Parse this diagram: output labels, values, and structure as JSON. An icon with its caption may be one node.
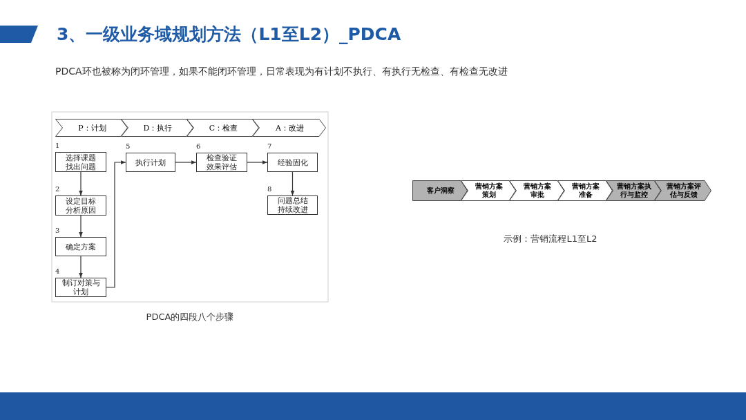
{
  "diagram": {
    "title": "3、一级业务域规划方法（L1至L2）_PDCA",
    "nodes": [
      {
        "text": [
          "P：计划"
        ]
      },
      {
        "text": [
          "D：执行"
        ]
      },
      {
        "text": [
          "C：检查"
        ]
      },
      {
        "text": [
          "A：改进"
        ]
      },
      {
        "text": [
          "选择课题找出问题"
        ],
        "beside": [
          "1"
        ]
      },
      {
        "text": [
          "设定目标分析原因"
        ],
        "beside": [
          "2"
        ]
      },
      {
        "text": [
          "确定方案"
        ],
        "beside": [
          "3"
        ]
      },
      {
        "text": [
          "制订对策与计划"
        ],
        "beside": [
          "4"
        ]
      },
      {
        "text": [
          "执行计划"
        ],
        "beside": [
          "5"
        ]
      },
      {
        "text": [
          "检查验证效果评估"
        ],
        "beside": [
          "6"
        ]
      },
      {
        "text": [
          "经验固化"
        ],
        "beside": [
          "7"
        ]
      },
      {
        "text": [
          "问题总结持续改进"
        ],
        "beside": [
          "8"
        ]
      },
      {
        "text": [
          "客户洞察"
        ]
      },
      {
        "text": [
          "营销方案策划"
        ]
      },
      {
        "text": [
          "营销方案审批"
        ]
      },
      {
        "text": [
          "营销方案准备"
        ]
      },
      {
        "text": [
          "营销方案执行与监控"
        ]
      },
      {
        "text": [
          "营销方案评估与反馈"
        ]
      }
    ],
    "edges": [
      {
        "from": 4,
        "to": 5,
        "arrow": "to"
      },
      {
        "from": 5,
        "to": 6,
        "arrow": "to"
      },
      {
        "from": 6,
        "to": 7,
        "arrow": "to"
      },
      {
        "from": 7,
        "to": 8,
        "arrow": "to"
      },
      {
        "from": 8,
        "to": 9,
        "arrow": "to"
      },
      {
        "from": 9,
        "to": 10,
        "arrow": "to"
      },
      {
        "from": 10,
        "to": 11,
        "arrow": "to"
      }
    ],
    "labels": [
      "PDCA环也被称为闭环管理，如果不能闭环管理，日常表现为有计划不执行、有执行无检查、有检查无改进",
      "PDCA的四段八个步骤",
      "示例：营销流程L1至L2"
    ]
  }
}
